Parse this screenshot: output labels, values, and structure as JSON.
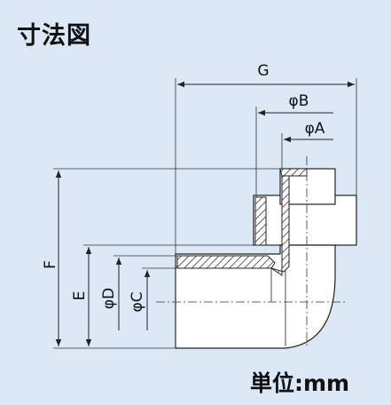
{
  "title": "寸法図",
  "unit": "単位:mm",
  "dimensions": {
    "g": "G",
    "b": "φB",
    "a": "φA",
    "f": "F",
    "e": "E",
    "d": "φD",
    "c": "φC"
  }
}
